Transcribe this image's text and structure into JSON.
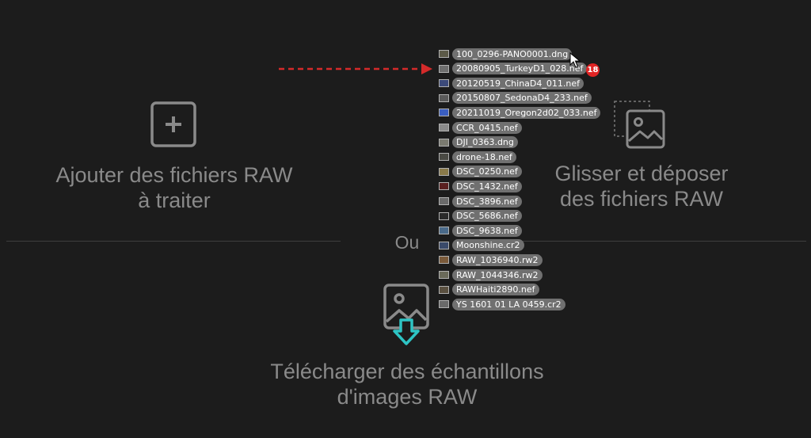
{
  "add_panel": {
    "icon": "plus-square-icon",
    "line1": "Ajouter des fichiers RAW",
    "line2": "à traiter"
  },
  "separator": {
    "label": "Ou"
  },
  "drop_panel": {
    "icon": "image-drop-icon",
    "line1": "Glisser et déposer",
    "line2": "des fichiers RAW"
  },
  "download_panel": {
    "icon": "image-download-icon",
    "line1": "Télécharger des échantillons",
    "line2": "d'images RAW"
  },
  "drag_badge": {
    "count": "18",
    "color": "#e02424"
  },
  "annotation_arrow_color": "#d42a2a",
  "download_arrow_color": "#2ec4c4",
  "files": [
    {
      "name": "100_0296-PANO0001.dng",
      "thumb": "#5c5a48"
    },
    {
      "name": "20080905_TurkeyD1_028.nef",
      "thumb": "#6e6e6e"
    },
    {
      "name": "20120519_ChinaD4_011.nef",
      "thumb": "#3c4a7a"
    },
    {
      "name": "20150807_SedonaD4_233.nef",
      "thumb": "#5a5a5a"
    },
    {
      "name": "20211019_Oregon2d02_033.nef",
      "thumb": "#3a5ec0"
    },
    {
      "name": "CCR_0415.nef",
      "thumb": "#8a8a8a"
    },
    {
      "name": "DJI_0363.dng",
      "thumb": "#7a7a70"
    },
    {
      "name": "drone-18.nef",
      "thumb": "#4a4a44"
    },
    {
      "name": "DSC_0250.nef",
      "thumb": "#8a7a4a"
    },
    {
      "name": "DSC_1432.nef",
      "thumb": "#5a2020"
    },
    {
      "name": "DSC_3896.nef",
      "thumb": "#6a6a6a"
    },
    {
      "name": "DSC_5686.nef",
      "thumb": "#2a2a2a"
    },
    {
      "name": "DSC_9638.nef",
      "thumb": "#4a6a8a"
    },
    {
      "name": "Moonshine.cr2",
      "thumb": "#3a4a6a"
    },
    {
      "name": "RAW_1036940.rw2",
      "thumb": "#7a5a3a"
    },
    {
      "name": "RAW_1044346.rw2",
      "thumb": "#6a6a5a"
    },
    {
      "name": "RAWHaiti2890.nef",
      "thumb": "#5a5040"
    },
    {
      "name": "YS 1601 01 LA 0459.cr2",
      "thumb": "#6a6a6a"
    }
  ]
}
